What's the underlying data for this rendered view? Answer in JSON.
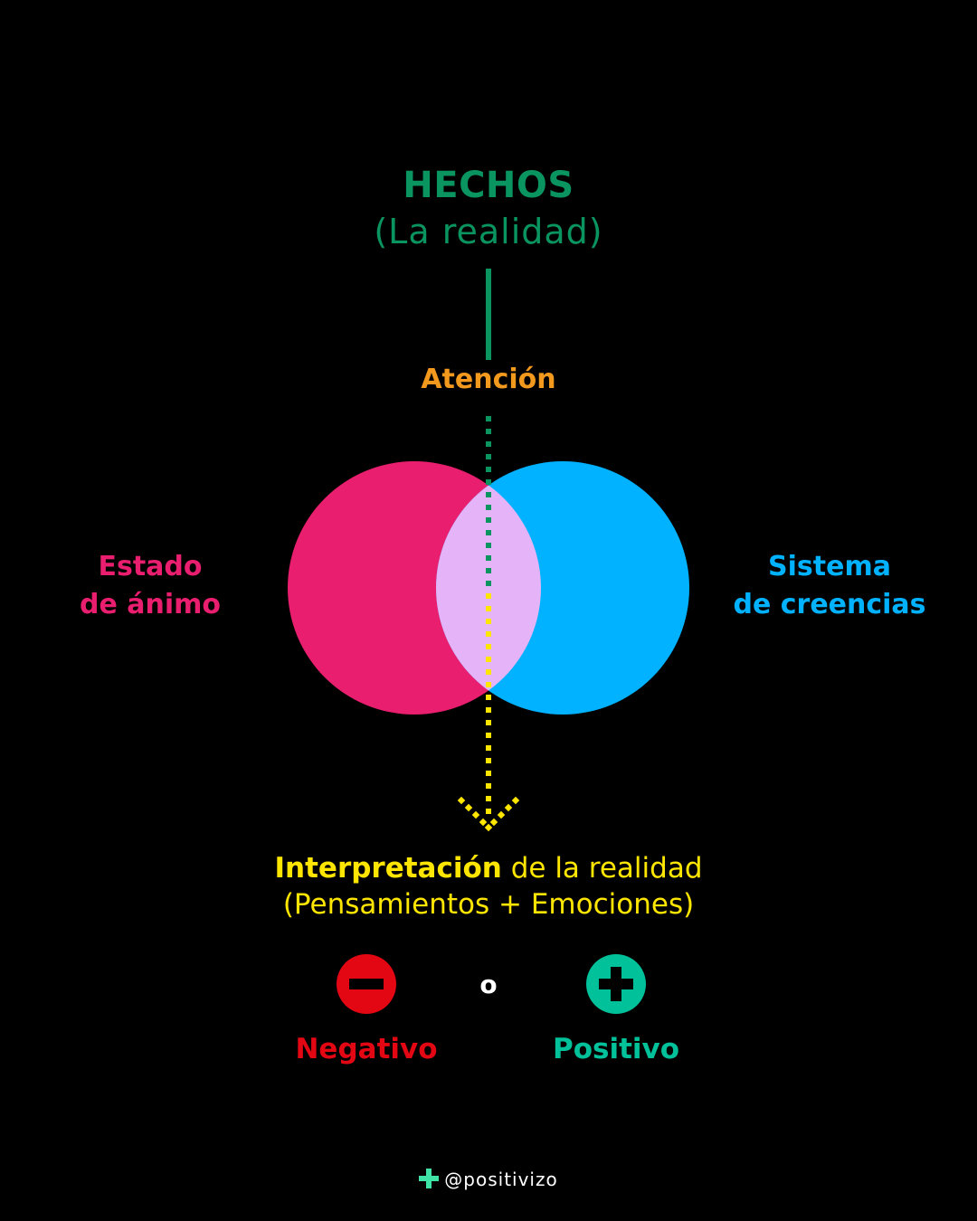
{
  "header": {
    "title": "HECHOS",
    "subtitle": "(La realidad)"
  },
  "attention": {
    "label": "Atención"
  },
  "left_circle": {
    "line1": "Estado",
    "line2": "de ánimo"
  },
  "right_circle": {
    "line1": "Sistema",
    "line2": "de creencias"
  },
  "interpretation": {
    "bold": "Interpretación",
    "rest": " de la realidad",
    "line2": "(Pensamientos + Emociones)"
  },
  "choices": {
    "negative": {
      "label": "Negativo",
      "icon": "minus-icon"
    },
    "or": "o",
    "positive": {
      "label": "Positivo",
      "icon": "plus-icon"
    }
  },
  "footer": {
    "handle": "@positivizo",
    "icon": "plus-icon"
  },
  "colors": {
    "green": "#0A9460",
    "orange": "#F39A1E",
    "pink": "#E91E6F",
    "blue": "#00B2FF",
    "overlap": "#E5B3F7",
    "yellow": "#FFE600",
    "red": "#E30613",
    "teal": "#00C19A",
    "brand_plus": "#3FE3A6"
  }
}
